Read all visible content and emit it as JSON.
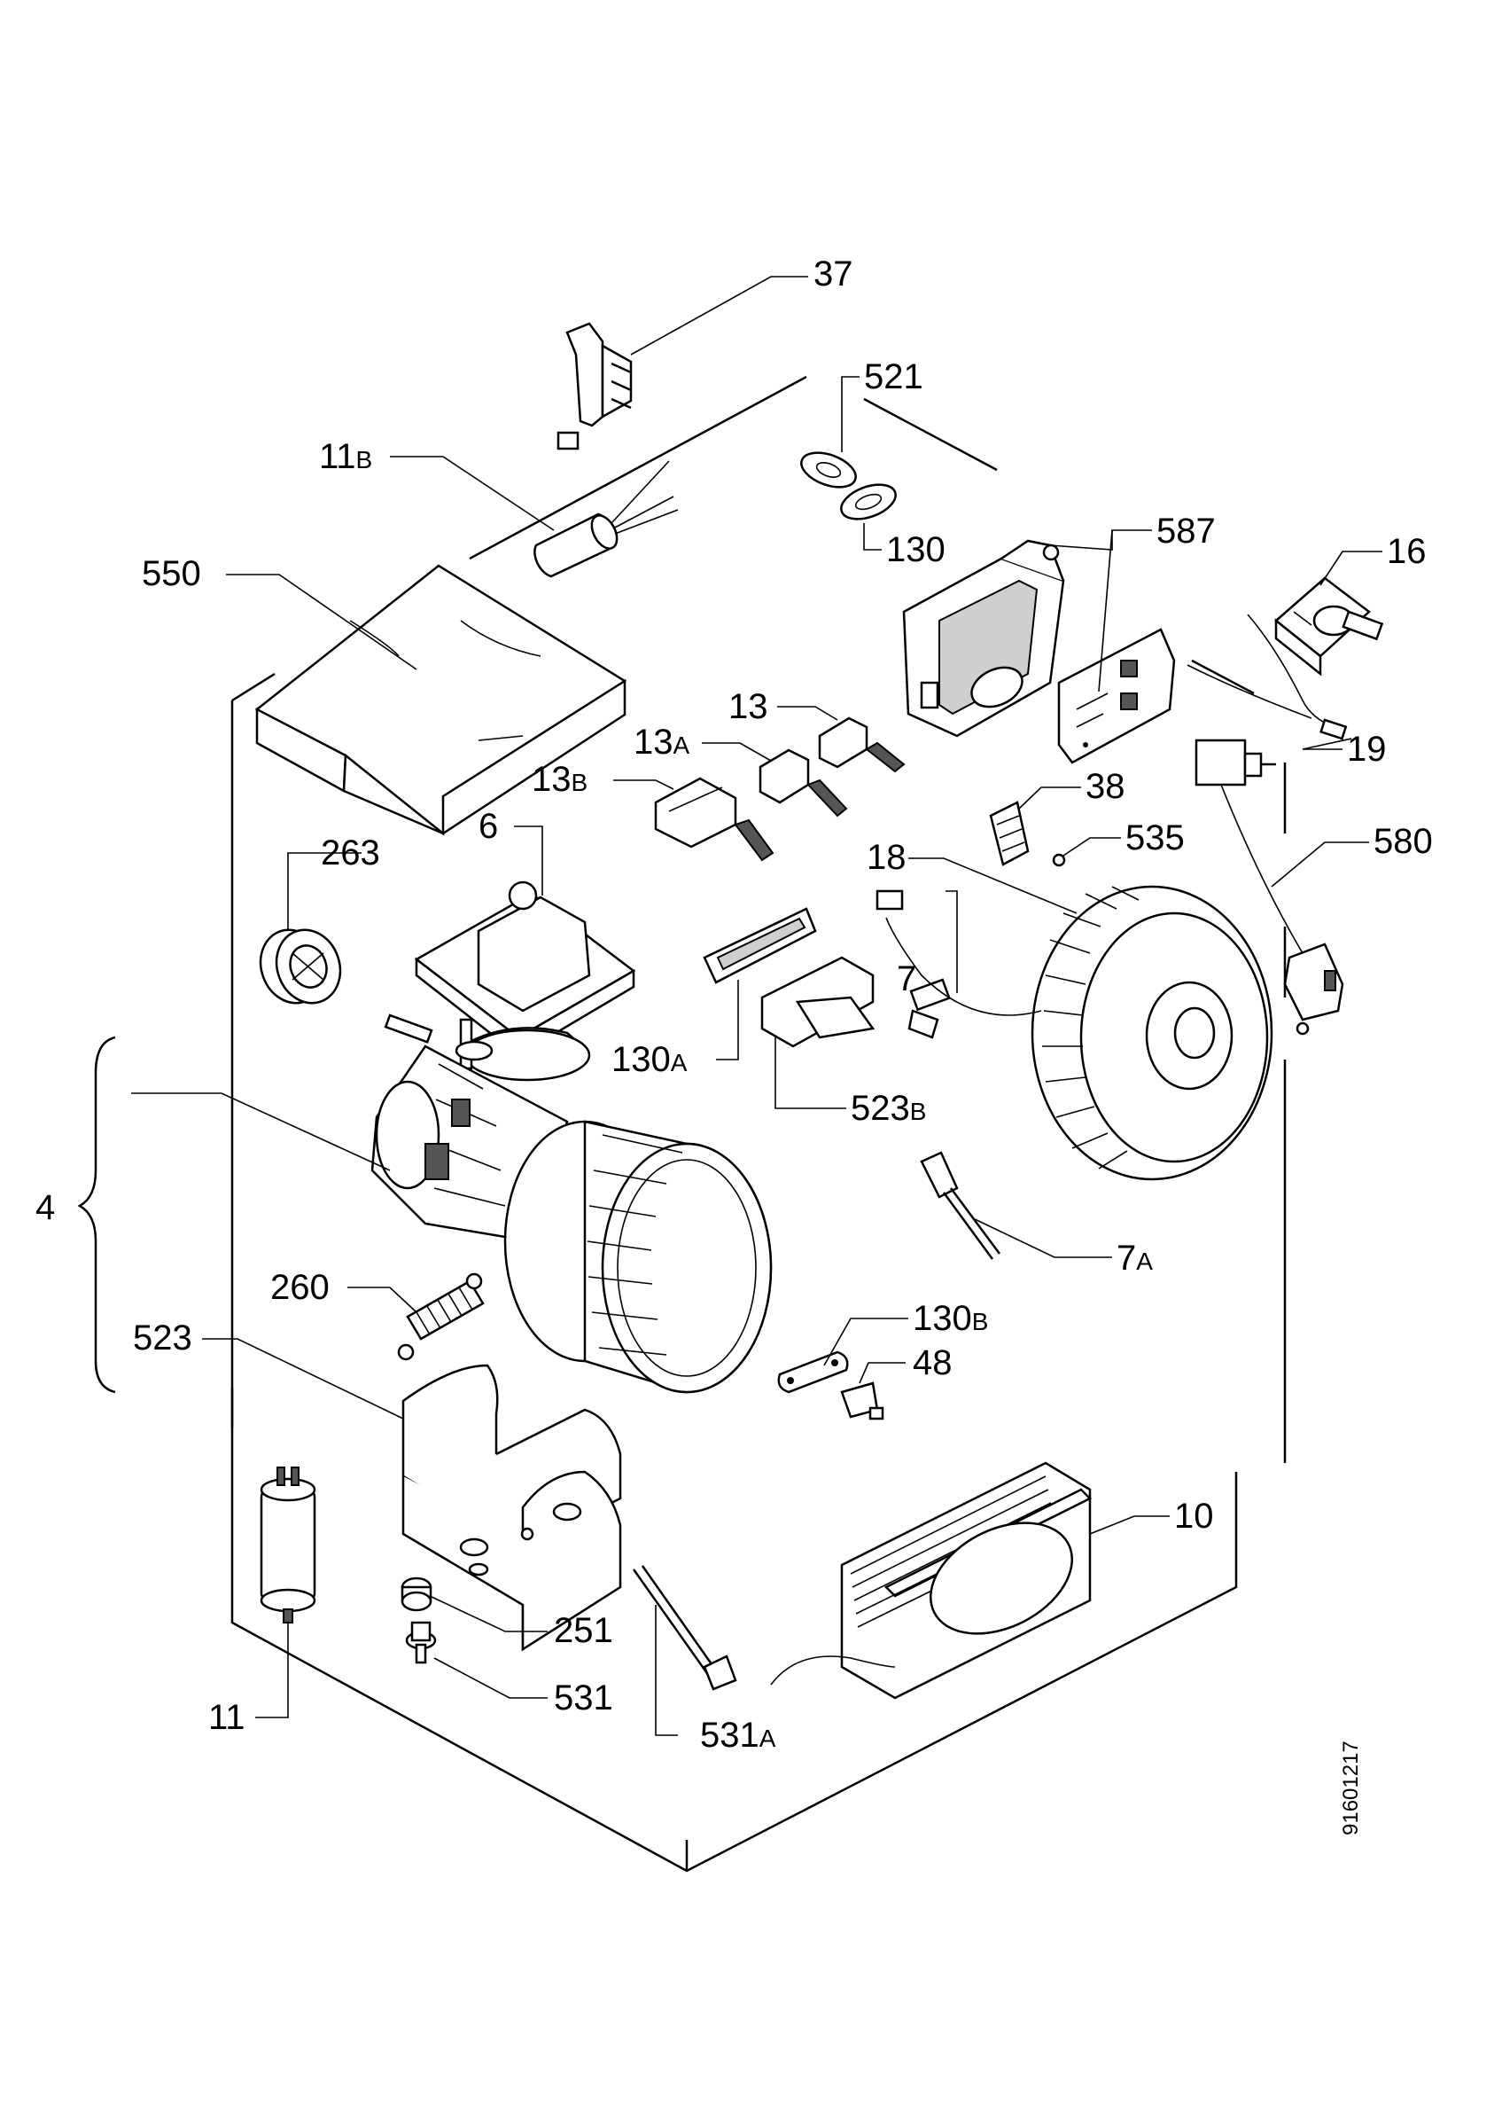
{
  "document_id": "91601217",
  "parts": [
    {
      "key": "p37",
      "number": "37",
      "suffix": ""
    },
    {
      "key": "p521",
      "number": "521",
      "suffix": ""
    },
    {
      "key": "p11b",
      "number": "11",
      "suffix": "B"
    },
    {
      "key": "p130",
      "number": "130",
      "suffix": ""
    },
    {
      "key": "p587",
      "number": "587",
      "suffix": ""
    },
    {
      "key": "p16",
      "number": "16",
      "suffix": ""
    },
    {
      "key": "p550",
      "number": "550",
      "suffix": ""
    },
    {
      "key": "p13",
      "number": "13",
      "suffix": ""
    },
    {
      "key": "p13a",
      "number": "13",
      "suffix": "A"
    },
    {
      "key": "p19",
      "number": "19",
      "suffix": ""
    },
    {
      "key": "p13b",
      "number": "13",
      "suffix": "B"
    },
    {
      "key": "p38",
      "number": "38",
      "suffix": ""
    },
    {
      "key": "p6",
      "number": "6",
      "suffix": ""
    },
    {
      "key": "p535",
      "number": "535",
      "suffix": ""
    },
    {
      "key": "p263",
      "number": "263",
      "suffix": ""
    },
    {
      "key": "p18",
      "number": "18",
      "suffix": ""
    },
    {
      "key": "p580",
      "number": "580",
      "suffix": ""
    },
    {
      "key": "p7",
      "number": "7",
      "suffix": ""
    },
    {
      "key": "p130a",
      "number": "130",
      "suffix": "A"
    },
    {
      "key": "p523b",
      "number": "523",
      "suffix": "B"
    },
    {
      "key": "p4",
      "number": "4",
      "suffix": ""
    },
    {
      "key": "p7a",
      "number": "7",
      "suffix": "A"
    },
    {
      "key": "p260",
      "number": "260",
      "suffix": ""
    },
    {
      "key": "p130b",
      "number": "130",
      "suffix": "B"
    },
    {
      "key": "p523",
      "number": "523",
      "suffix": ""
    },
    {
      "key": "p48",
      "number": "48",
      "suffix": ""
    },
    {
      "key": "p10",
      "number": "10",
      "suffix": ""
    },
    {
      "key": "p251",
      "number": "251",
      "suffix": ""
    },
    {
      "key": "p531",
      "number": "531",
      "suffix": ""
    },
    {
      "key": "p11",
      "number": "11",
      "suffix": ""
    },
    {
      "key": "p531a",
      "number": "531",
      "suffix": "A"
    }
  ]
}
